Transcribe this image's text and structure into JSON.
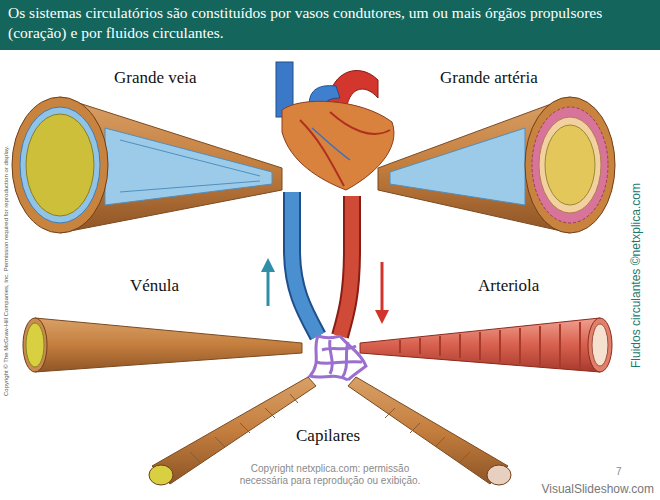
{
  "diagram": {
    "title": "Os sistemas circulatórios são constituídos por vasos condutores, um ou mais órgãos propulsores (coração) e por fluidos circulantes.",
    "labels": [
      "Copyright © The McGraw-Hill Companies, Inc. Permission required for reproduction or display.",
      "Grande veia",
      "Grande artéria",
      "Vénula",
      "Arteriola",
      "Capilares",
      "Fluidos circulantes ©netxplica.com",
      "Copyright netxplica.com: permissão necessária para reprodução ou exibição.",
      "7",
      "VisualSlideshow.com"
    ]
  }
}
